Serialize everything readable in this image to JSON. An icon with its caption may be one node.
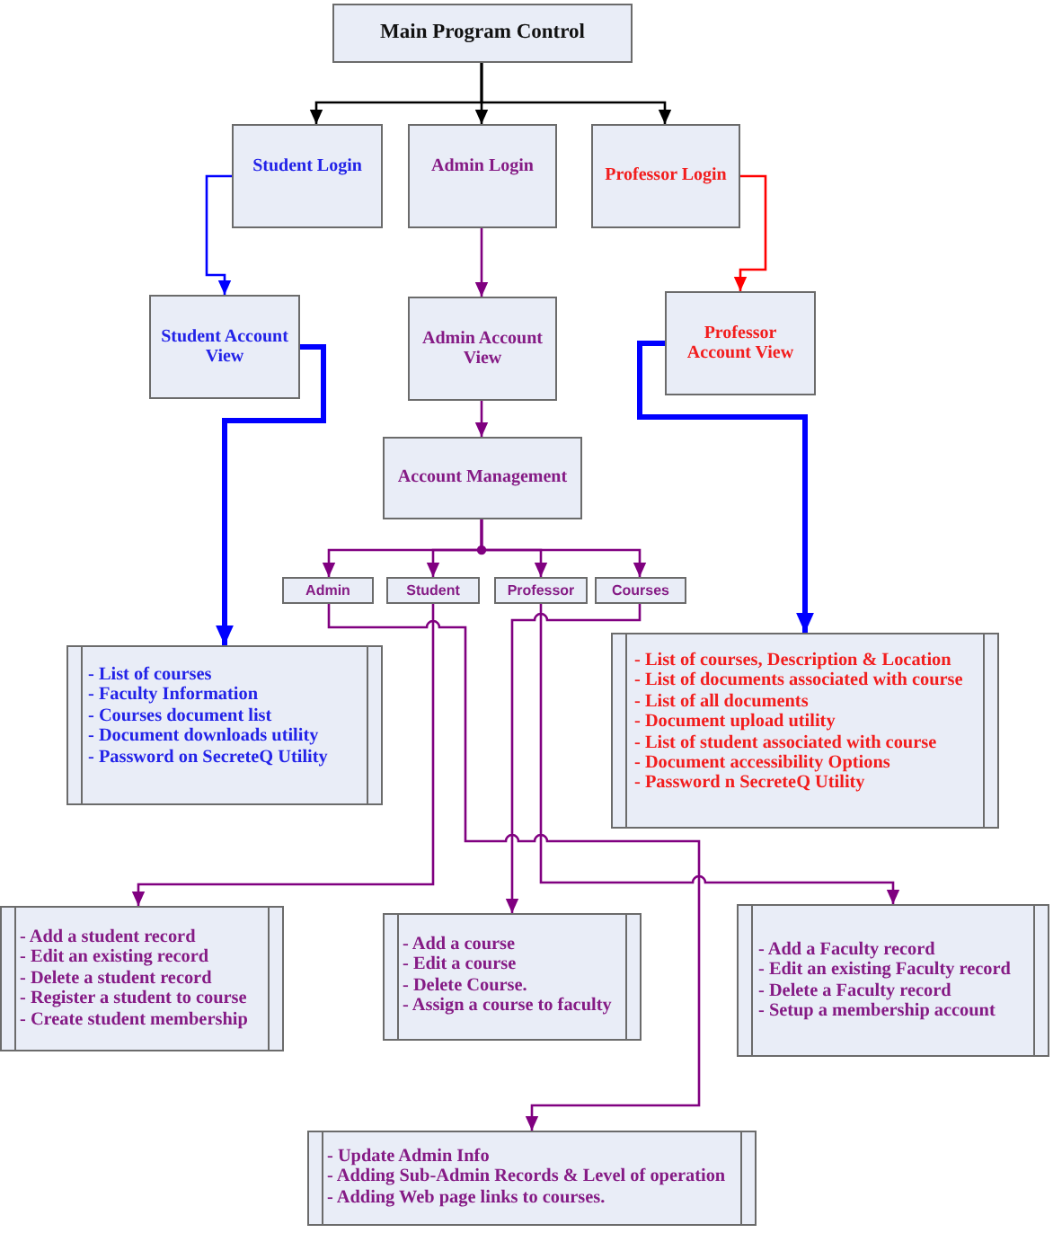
{
  "diagram": {
    "nodes": [
      {
        "text": [
          "Main Program Control"
        ]
      },
      {
        "text": [
          "Student Login"
        ]
      },
      {
        "text": [
          "Admin Login"
        ]
      },
      {
        "text": [
          "Professor Login"
        ]
      },
      {
        "text": [
          "Student Account View"
        ]
      },
      {
        "text": [
          "Admin Account View"
        ]
      },
      {
        "text": [
          "Professor Account View"
        ]
      },
      {
        "text": [
          "Account Management"
        ]
      },
      {
        "text": [
          "Admin"
        ]
      },
      {
        "text": [
          "Student"
        ]
      },
      {
        "text": [
          "Professor"
        ]
      },
      {
        "text": [
          "Courses"
        ]
      },
      {
        "text": [
          "- List of courses",
          "- Faculty Information",
          "- Courses document list",
          "- Document downloads utility",
          "- Password on SecreteQ Utility"
        ]
      },
      {
        "text": [
          "- List of courses, Description & Location",
          "- List of documents associated with course",
          "- List of all documents",
          "- Document upload utility",
          "- List of student associated with course",
          "- Document accessibility Options",
          "- Password n SecreteQ Utility"
        ]
      },
      {
        "text": [
          "- Add a student record",
          "- Edit an existing record",
          "- Delete a student record",
          "- Register a student to course",
          "- Create student membership"
        ]
      },
      {
        "text": [
          "- Add a course",
          "- Edit a course",
          "- Delete Course.",
          "- Assign a course to faculty"
        ]
      },
      {
        "text": [
          "- Add a Faculty record",
          "- Edit an existing Faculty record",
          "- Delete a Faculty record",
          "- Setup a membership account"
        ]
      },
      {
        "text": [
          "- Update Admin Info",
          "- Adding Sub-Admin Records & Level of operation",
          "- Adding Web page links to courses."
        ]
      }
    ],
    "edges": [
      {
        "from": 0,
        "to": 1,
        "arrow": "to",
        "color": "#000000"
      },
      {
        "from": 0,
        "to": 2,
        "arrow": "to",
        "color": "#000000"
      },
      {
        "from": 0,
        "to": 3,
        "arrow": "to",
        "color": "#000000"
      },
      {
        "from": 1,
        "to": 4,
        "arrow": "to",
        "color": "#0000ff"
      },
      {
        "from": 2,
        "to": 5,
        "arrow": "to"
      },
      {
        "from": 3,
        "to": 6,
        "arrow": "to",
        "color": "#ff0000"
      },
      {
        "from": 4,
        "to": 12,
        "arrow": "to",
        "style": "thick",
        "color": "#0000ff"
      },
      {
        "from": 6,
        "to": 13,
        "arrow": "to",
        "style": "thick",
        "color": "#0000ff"
      },
      {
        "from": 5,
        "to": 7,
        "arrow": "to"
      },
      {
        "from": 7,
        "to": 8,
        "arrow": "to"
      },
      {
        "from": 7,
        "to": 9,
        "arrow": "to"
      },
      {
        "from": 7,
        "to": 10,
        "arrow": "to"
      },
      {
        "from": 7,
        "to": 11,
        "arrow": "to"
      },
      {
        "from": 8,
        "to": 17,
        "arrow": "to"
      },
      {
        "from": 9,
        "to": 14,
        "arrow": "to"
      },
      {
        "from": 10,
        "to": 16,
        "arrow": "to"
      },
      {
        "from": 11,
        "to": 15,
        "arrow": "to"
      }
    ]
  }
}
